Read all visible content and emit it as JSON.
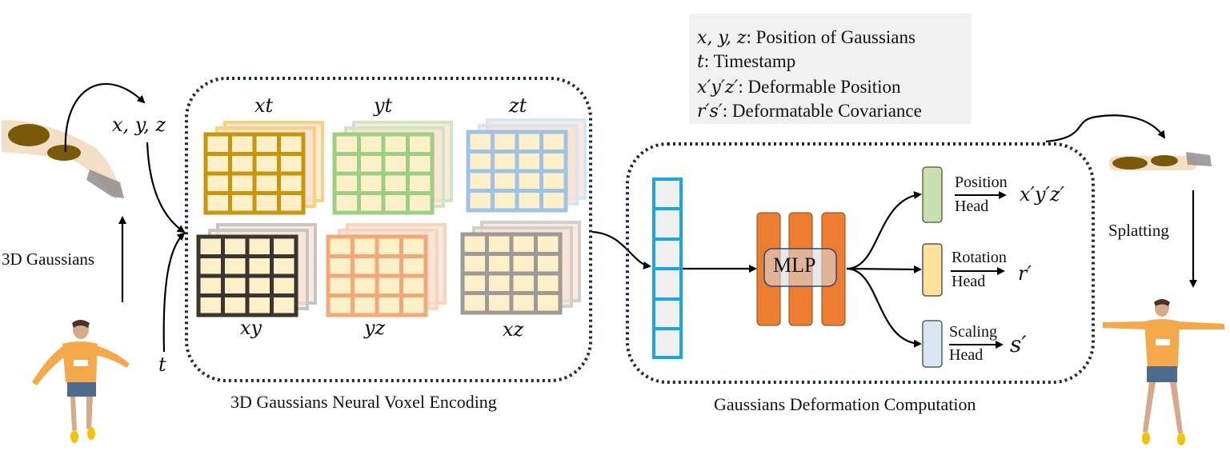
{
  "legend": {
    "items": [
      {
        "symbol": "x, y, z",
        "text": ": Position of Gaussians"
      },
      {
        "symbol": "t",
        "text": ": Timestamp"
      },
      {
        "symbol": "x′y′z′",
        "text": ": Deformable Position"
      },
      {
        "symbol": "r′s′",
        "text": ": Deformatable Covariance"
      }
    ]
  },
  "left": {
    "input_label": "3D Gaussians",
    "xyz_label": "x, y, z",
    "t_label": "t"
  },
  "encoding": {
    "caption": "3D Gaussians Neural Voxel Encoding",
    "planes": [
      {
        "label": "xt",
        "color": "#c8960c",
        "back_color": "#f7d27a"
      },
      {
        "label": "yt",
        "color": "#9ccf84",
        "back_color": "#cfe6c2"
      },
      {
        "label": "zt",
        "color": "#9fc3e6",
        "back_color": "#d6e6f4"
      },
      {
        "label": "xy",
        "color": "#3a3530",
        "back_color": "#c9c5c3"
      },
      {
        "label": "yz",
        "color": "#f2a877",
        "back_color": "#f7d4bd"
      },
      {
        "label": "xz",
        "color": "#9e9a96",
        "back_color": "#d2cfcc"
      }
    ]
  },
  "deformation": {
    "caption": "Gaussians Deformation Computation",
    "mlp_label": "MLP",
    "heads": [
      {
        "top": "Position",
        "bottom": "Head",
        "output": "x′y′z′",
        "color": "#c6e0b4"
      },
      {
        "top": "Rotation",
        "bottom": "Head",
        "output": "r′",
        "color": "#fde39a"
      },
      {
        "top": "Scaling",
        "bottom": "Head",
        "output": "s′",
        "color": "#dae6f2"
      }
    ]
  },
  "right": {
    "splat_label": "Splatting"
  }
}
